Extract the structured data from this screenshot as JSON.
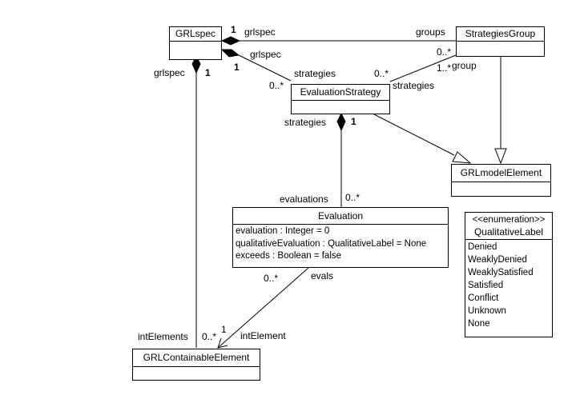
{
  "classes": {
    "grlspec": {
      "name": "GRLspec"
    },
    "strategies_group": {
      "name": "StrategiesGroup"
    },
    "evaluation_strategy": {
      "name": "EvaluationStrategy"
    },
    "grl_model_element": {
      "name": "GRLmodelElement"
    },
    "evaluation": {
      "name": "Evaluation",
      "attributes": [
        "evaluation : Integer = 0",
        "qualitativeEvaluation : QualitativeLabel = None",
        "exceeds : Boolean = false"
      ]
    },
    "grl_containable_element": {
      "name": "GRLContainableElement"
    }
  },
  "enumeration": {
    "stereotype": "<<enumeration>>",
    "name": "QualitativeLabel",
    "literals": [
      "Denied",
      "WeaklyDenied",
      "WeaklySatisfied",
      "Satisfied",
      "Conflict",
      "Unknown",
      "None"
    ]
  },
  "associations": {
    "grlspec_groups": {
      "source_role": "grlspec",
      "source_mult": "1",
      "target_role": "groups",
      "target_mult": "0..*"
    },
    "grlspec_strategies": {
      "source_role": "grlspec",
      "source_mult": "1",
      "target_role": "strategies",
      "target_mult": "0..*"
    },
    "group_strategies": {
      "source_role": "group",
      "source_mult": "1..*",
      "target_role": "strategies",
      "target_mult": "0..*"
    },
    "strategy_evaluations": {
      "source_role": "strategies",
      "source_mult": "1",
      "target_role": "evaluations",
      "target_mult": "0..*"
    },
    "grlspec_intelements": {
      "source_role": "grlspec",
      "source_mult": "1",
      "target_role": "intElements",
      "target_mult": "0..*"
    },
    "evaluation_intelement": {
      "source_role": "evals",
      "source_mult": "0..*",
      "target_role": "intElement",
      "target_mult": "1"
    }
  }
}
